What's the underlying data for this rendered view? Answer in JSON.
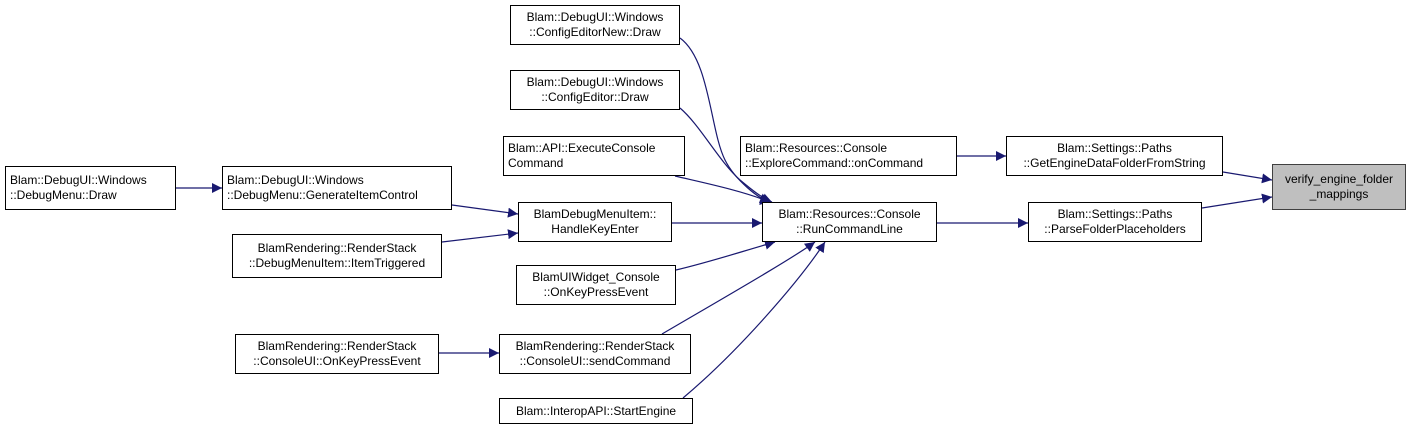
{
  "diagram": {
    "edge_color": "#191970",
    "target_fill": "#bfbfbf",
    "nodes": [
      {
        "id": "debugmenu-draw",
        "lines": [
          "Blam::DebugUI::Windows",
          "::DebugMenu::Draw"
        ]
      },
      {
        "id": "generateitemcontrol",
        "lines": [
          "Blam::DebugUI::Windows",
          "::DebugMenu::GenerateItemControl"
        ]
      },
      {
        "id": "itemtriggered",
        "lines": [
          "BlamRendering::RenderStack",
          "::DebugMenuItem::ItemTriggered"
        ]
      },
      {
        "id": "console-onkeypress",
        "lines": [
          "BlamRendering::RenderStack",
          "::ConsoleUI::OnKeyPressEvent"
        ]
      },
      {
        "id": "configeditornew-draw",
        "lines": [
          "Blam::DebugUI::Windows",
          "::ConfigEditorNew::Draw"
        ]
      },
      {
        "id": "configeditor-draw",
        "lines": [
          "Blam::DebugUI::Windows",
          "::ConfigEditor::Draw"
        ]
      },
      {
        "id": "executeconsolecommand",
        "lines": [
          "Blam::API::ExecuteConsole",
          "Command"
        ]
      },
      {
        "id": "handlekeyenter",
        "lines": [
          "BlamDebugMenuItem::",
          "HandleKeyEnter"
        ]
      },
      {
        "id": "widgetconsole-onkeypress",
        "lines": [
          "BlamUIWidget_Console",
          "::OnKeyPressEvent"
        ]
      },
      {
        "id": "sendcommand",
        "lines": [
          "BlamRendering::RenderStack",
          "::ConsoleUI::sendCommand"
        ]
      },
      {
        "id": "startengine",
        "lines": [
          "Blam::InteropAPI::StartEngine"
        ]
      },
      {
        "id": "explorecommand",
        "lines": [
          "Blam::Resources::Console",
          "::ExploreCommand::onCommand"
        ]
      },
      {
        "id": "runcommandline",
        "lines": [
          "Blam::Resources::Console",
          "::RunCommandLine"
        ]
      },
      {
        "id": "getenginedatafolder",
        "lines": [
          "Blam::Settings::Paths",
          "::GetEngineDataFolderFromString"
        ]
      },
      {
        "id": "parsefolderplaceholders",
        "lines": [
          "Blam::Settings::Paths",
          "::ParseFolderPlaceholders"
        ]
      },
      {
        "id": "verify-engine-folder-mappings",
        "lines": [
          "verify_engine_folder",
          "_mappings"
        ],
        "is_target": true
      }
    ],
    "edges": [
      {
        "from": "debugmenu-draw",
        "to": "generateitemcontrol"
      },
      {
        "from": "generateitemcontrol",
        "to": "handlekeyenter"
      },
      {
        "from": "itemtriggered",
        "to": "handlekeyenter"
      },
      {
        "from": "console-onkeypress",
        "to": "sendcommand"
      },
      {
        "from": "configeditornew-draw",
        "to": "runcommandline"
      },
      {
        "from": "configeditor-draw",
        "to": "runcommandline"
      },
      {
        "from": "executeconsolecommand",
        "to": "runcommandline"
      },
      {
        "from": "handlekeyenter",
        "to": "runcommandline"
      },
      {
        "from": "widgetconsole-onkeypress",
        "to": "runcommandline"
      },
      {
        "from": "sendcommand",
        "to": "runcommandline"
      },
      {
        "from": "startengine",
        "to": "runcommandline"
      },
      {
        "from": "explorecommand",
        "to": "getenginedatafolder"
      },
      {
        "from": "runcommandline",
        "to": "parsefolderplaceholders"
      },
      {
        "from": "getenginedatafolder",
        "to": "verify-engine-folder-mappings"
      },
      {
        "from": "parsefolderplaceholders",
        "to": "verify-engine-folder-mappings"
      }
    ]
  }
}
